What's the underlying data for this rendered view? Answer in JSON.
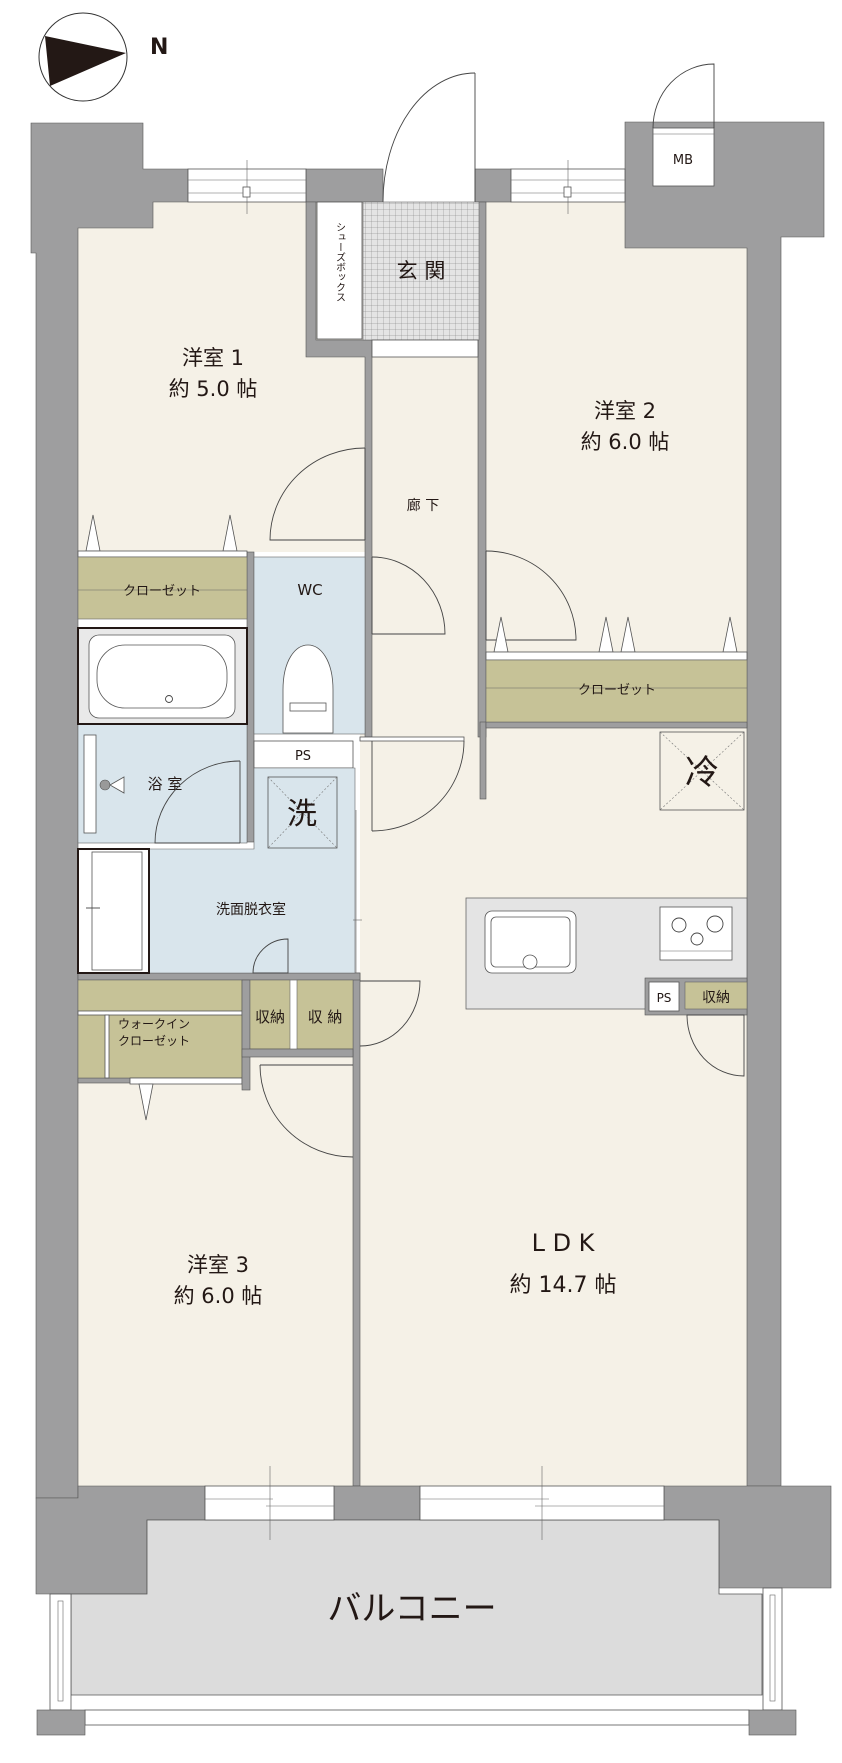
{
  "compass": {
    "label": "N"
  },
  "rooms": {
    "western1": {
      "name": "洋室 1",
      "size": "約 5.0 帖"
    },
    "western2": {
      "name": "洋室 2",
      "size": "約 6.0 帖"
    },
    "western3": {
      "name": "洋室 3",
      "size": "約 6.0 帖"
    },
    "ldk": {
      "name": "L D K",
      "size": "約 14.7 帖"
    },
    "entrance": "玄 関",
    "shoebox": "シューズボックス",
    "hallway": "廊 下",
    "wc": "WC",
    "bath": "浴 室",
    "washroom": "洗面脱衣室",
    "balcony": "バルコニー",
    "mb": "MB"
  },
  "fixtures": {
    "closet1": "クローゼット",
    "closet2": "クローゼット",
    "walkin_line1": "ウォークイン",
    "walkin_line2": "クローゼット",
    "storage_a": "収納",
    "storage_b": "収 納",
    "storage_kitchen": "収納",
    "ps_wc": "PS",
    "ps_kitchen": "PS",
    "washer": "洗",
    "fridge": "冷"
  },
  "colors": {
    "wall": "#9e9e9f",
    "floor": "#f5f1e7",
    "wet_area": "#d9e5ec",
    "closet": "#c6c297",
    "balcony": "#dcdcdc",
    "kitchen": "#e4e4e4"
  }
}
